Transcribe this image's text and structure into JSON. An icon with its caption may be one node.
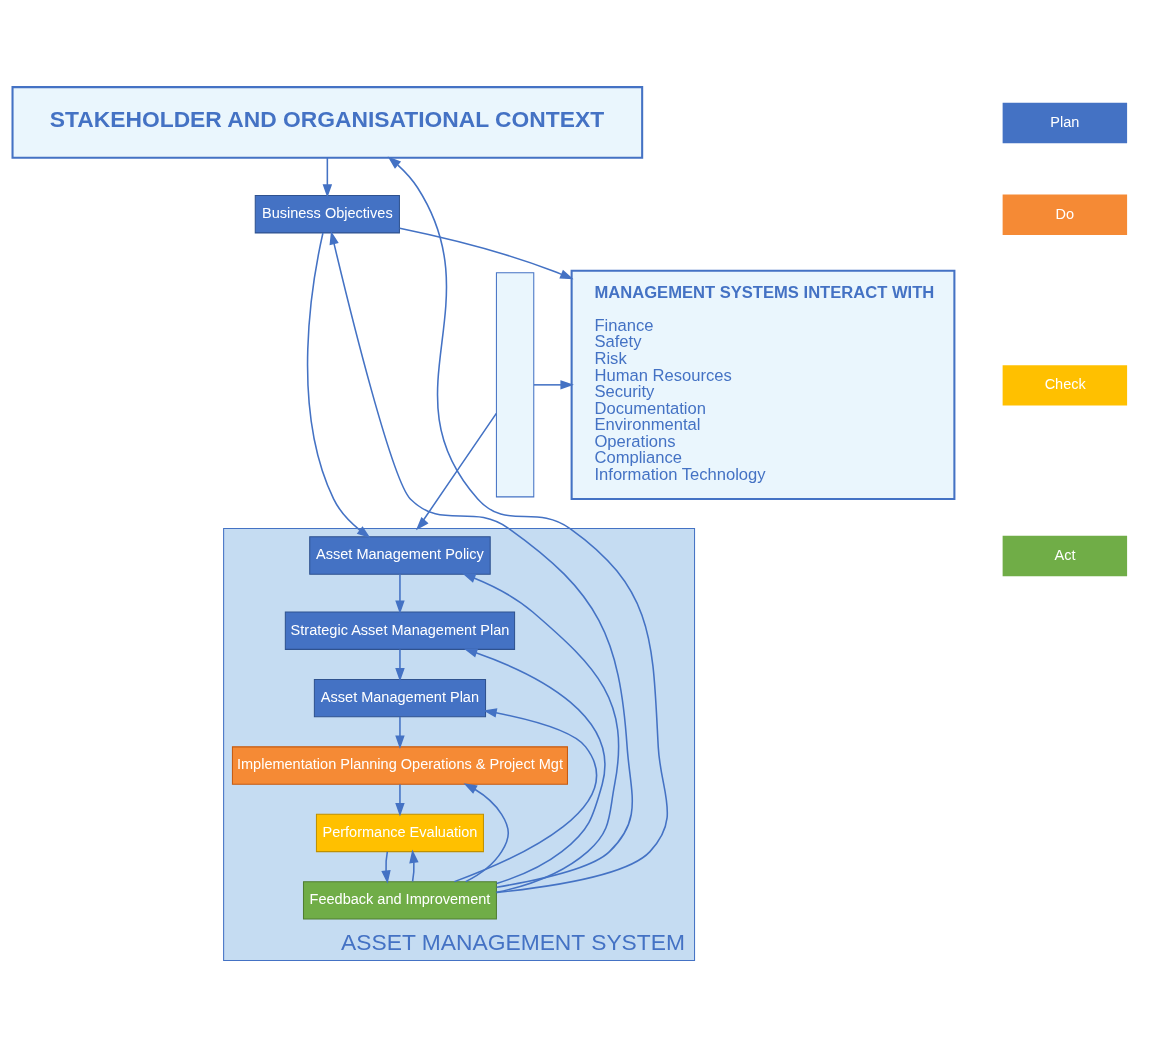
{
  "diagram": {
    "nodes": [
      {
        "text": [
          "STAKEHOLDER AND ORGANISATIONAL CONTEXT"
        ]
      },
      {
        "text": [
          "Business Objectives"
        ]
      },
      {
        "text": [
          "MANAGEMENT SYSTEMS INTERACT WITH",
          "Finance",
          "Safety",
          "Risk",
          "Human Resources",
          "Security",
          "Documentation",
          "Environmental",
          "Operations",
          "Compliance",
          "Information Technology"
        ]
      },
      {
        "text": [
          "ASSET MANAGEMENT SYSTEM"
        ]
      },
      {
        "text": [
          "Asset Management Policy"
        ],
        "in": 3
      },
      {
        "text": [
          "Strategic Asset Management Plan"
        ],
        "in": 3
      },
      {
        "text": [
          "Asset Management Plan"
        ],
        "in": 3
      },
      {
        "text": [
          "Implementation Planning Operations & Project Mgt"
        ],
        "in": 3
      },
      {
        "text": [
          "Performance Evaluation"
        ],
        "in": 3
      },
      {
        "text": [
          "Feedback and Improvement"
        ],
        "in": 3
      },
      {
        "text": [],
        "shape": "bar"
      }
    ],
    "edges": [
      {
        "from": 0,
        "to": 1,
        "arrow": "to"
      },
      {
        "from": 1,
        "to": 2,
        "arrow": "to"
      },
      {
        "from": 1,
        "to": 4,
        "arrow": "to"
      },
      {
        "from": 4,
        "to": 5,
        "arrow": "to"
      },
      {
        "from": 5,
        "to": 6,
        "arrow": "to"
      },
      {
        "from": 6,
        "to": 7,
        "arrow": "to"
      },
      {
        "from": 7,
        "to": 8,
        "arrow": "to"
      },
      {
        "from": 8,
        "to": 9,
        "arrow": "to"
      },
      {
        "from": 9,
        "to": 0,
        "arrow": "to"
      },
      {
        "from": 9,
        "to": 1,
        "arrow": "to"
      },
      {
        "from": 9,
        "to": 4,
        "arrow": "to"
      },
      {
        "from": 9,
        "to": 5,
        "arrow": "to"
      },
      {
        "from": 9,
        "to": 6,
        "arrow": "to"
      },
      {
        "from": 9,
        "to": 7,
        "arrow": "to"
      },
      {
        "from": 9,
        "to": 8,
        "arrow": "to"
      },
      {
        "from": 10,
        "to": 2,
        "arrow": "to"
      },
      {
        "from": 10,
        "to": 3,
        "arrow": "to"
      }
    ],
    "legend": [
      {
        "text": "Plan",
        "color": "#4472c4"
      },
      {
        "text": "Do",
        "color": "#f58a35"
      },
      {
        "text": "Check",
        "color": "#ffc000"
      },
      {
        "text": "Act",
        "color": "#70ad47"
      }
    ]
  }
}
